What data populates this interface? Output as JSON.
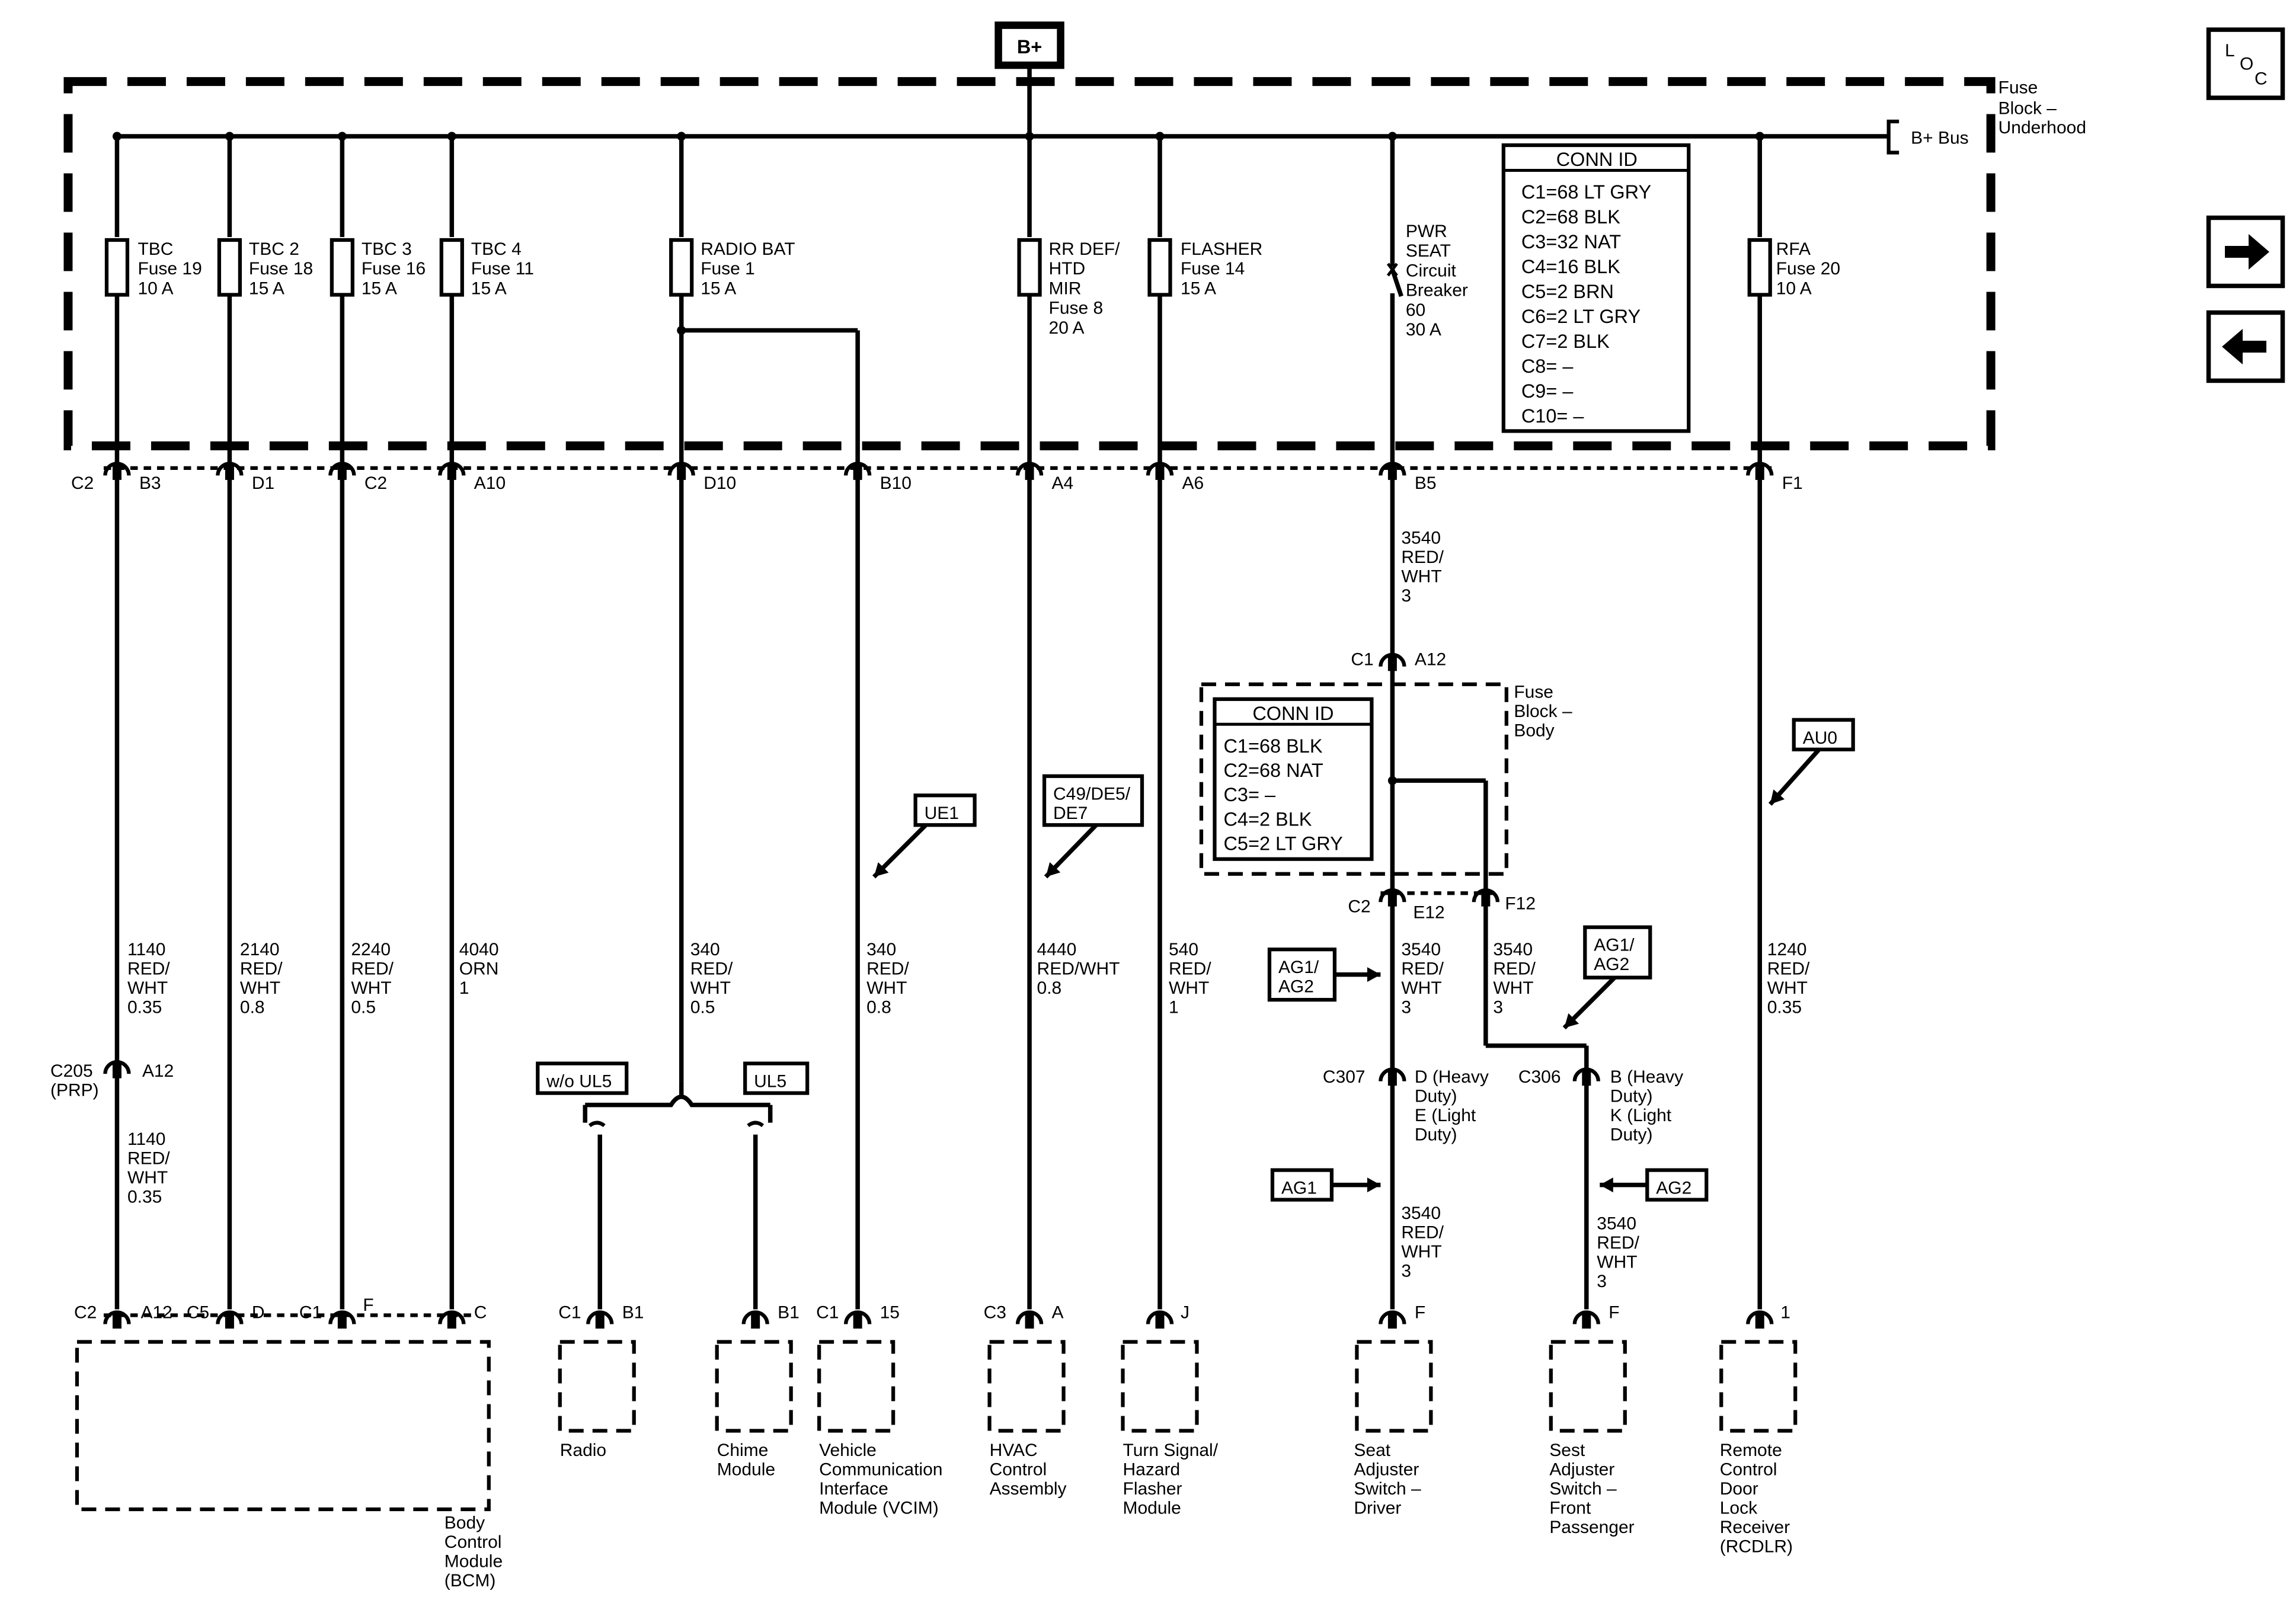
{
  "power_source": "B+",
  "loc_icon": {
    "l": "L",
    "o": "O",
    "c": "C"
  },
  "nav": {
    "next": "arrow-right-icon",
    "prev": "arrow-left-icon"
  },
  "underhood": {
    "title": [
      "Fuse",
      "Block –",
      "Underhood"
    ],
    "bus_label": "B+ Bus",
    "conn_id": {
      "title": "CONN ID",
      "rows": [
        "C1=68 LT GRY",
        "C2=68 BLK",
        "C3=32 NAT",
        "C4=16 BLK",
        "C5=2 BRN",
        "C6=2 LT GRY",
        "C7=2 BLK",
        "C8= –",
        "C9= –",
        "C10= –"
      ]
    },
    "fuses": [
      {
        "lines": [
          "TBC",
          "Fuse 19",
          "10 A"
        ]
      },
      {
        "lines": [
          "TBC 2",
          "Fuse 18",
          "15 A"
        ]
      },
      {
        "lines": [
          "TBC 3",
          "Fuse 16",
          "15 A"
        ]
      },
      {
        "lines": [
          "TBC 4",
          "Fuse 11",
          "15 A"
        ]
      },
      {
        "lines": [
          "RADIO BAT",
          "Fuse 1",
          "15 A"
        ]
      },
      {
        "lines": [
          "RR DEF/",
          "HTD",
          "MIR",
          "Fuse 8",
          "20 A"
        ]
      },
      {
        "lines": [
          "FLASHER",
          "Fuse 14",
          "15 A"
        ]
      },
      {
        "lines": [
          "PWR",
          "SEAT",
          "Circuit",
          "Breaker",
          "60",
          "30 A"
        ]
      },
      {
        "lines": [
          "RFA",
          "Fuse 20",
          "10 A"
        ]
      }
    ],
    "pins": [
      "B3",
      "D1",
      "C2",
      "A10",
      "D10",
      "B10",
      "A4",
      "A6",
      "B5",
      "F1"
    ],
    "pin_conn": "C2"
  },
  "body_block": {
    "title": [
      "Fuse",
      "Block –",
      "Body"
    ],
    "conn_id": {
      "title": "CONN ID",
      "rows": [
        "C1=68 BLK",
        "C2=68 NAT",
        "C3= –",
        "C4=2 BLK",
        "C5=2 LT GRY"
      ]
    },
    "in_conn": "C1",
    "in_pin": "A12",
    "out_conn": "C2",
    "out_pin": "E12",
    "out_pin2": "F12"
  },
  "wires": {
    "w1140": [
      "1140",
      "RED/",
      "WHT",
      "0.35"
    ],
    "w2140": [
      "2140",
      "RED/",
      "WHT",
      "0.8"
    ],
    "w2240": [
      "2240",
      "RED/",
      "WHT",
      "0.5"
    ],
    "w4040": [
      "4040",
      "ORN",
      "1"
    ],
    "w340a": [
      "340",
      "RED/",
      "WHT",
      "0.5"
    ],
    "w340b": [
      "340",
      "RED/",
      "WHT",
      "0.8"
    ],
    "w4440": [
      "4440",
      "RED/WHT",
      "0.8"
    ],
    "w540": [
      "540",
      "RED/",
      "WHT",
      "1"
    ],
    "w3540top": [
      "3540",
      "RED/",
      "WHT",
      "3"
    ],
    "w3540a": [
      "3540",
      "RED/",
      "WHT",
      "3"
    ],
    "w3540b": [
      "3540",
      "RED/",
      "WHT",
      "3"
    ],
    "w3540c": [
      "3540",
      "RED/",
      "WHT",
      "3"
    ],
    "w3540d": [
      "3540",
      "RED/",
      "WHT",
      "3"
    ],
    "w1240": [
      "1240",
      "RED/",
      "WHT",
      "0.35"
    ],
    "w1140b": [
      "1140",
      "RED/",
      "WHT",
      "0.35"
    ]
  },
  "inline": {
    "c205": [
      "C205",
      "(PRP)"
    ],
    "c205_pin": "A12",
    "c307": "C307",
    "c307_pins": [
      "D (Heavy",
      "Duty)",
      "E (Light",
      "Duty)"
    ],
    "c306": "C306",
    "c306_pins": [
      "B (Heavy",
      "Duty)",
      "K (Light",
      "Duty)"
    ]
  },
  "options": {
    "ue1": "UE1",
    "c49": [
      "C49/DE5/",
      "DE7"
    ],
    "au0": "AU0",
    "ag12a": [
      "AG1/",
      "AG2"
    ],
    "ag12b": [
      "AG1/",
      "AG2"
    ],
    "ag1": "AG1",
    "ag2": "AG2",
    "wo_ul5": "w/o UL5",
    "ul5": "UL5"
  },
  "components": {
    "bcm": {
      "name": [
        "Body",
        "Control",
        "Module",
        "(BCM)"
      ],
      "pins": [
        "C2",
        "A12",
        "C5",
        "D",
        "C1",
        "F",
        "C"
      ]
    },
    "radio": {
      "name": [
        "Radio"
      ],
      "conn": "C1",
      "pin": "B1"
    },
    "chime": {
      "name": [
        "Chime",
        "Module"
      ],
      "pin": "B1"
    },
    "vcim": {
      "name": [
        "Vehicle",
        "Communication",
        "Interface",
        "Module (VCIM)"
      ],
      "conn": "C1",
      "pin": "15"
    },
    "hvac": {
      "name": [
        "HVAC",
        "Control",
        "Assembly"
      ],
      "conn": "C3",
      "pin": "A"
    },
    "flasher": {
      "name": [
        "Turn Signal/",
        "Hazard",
        "Flasher",
        "Module"
      ],
      "pin": "J"
    },
    "seat_drv": {
      "name": [
        "Seat",
        "Adjuster",
        "Switch –",
        "Driver"
      ],
      "pin": "F"
    },
    "seat_pass": {
      "name": [
        "Sest",
        "Adjuster",
        "Switch –",
        "Front",
        "Passenger"
      ],
      "pin": "F"
    },
    "rcdlr": {
      "name": [
        "Remote",
        "Control",
        "Door",
        "Lock",
        "Receiver",
        "(RCDLR)"
      ],
      "pin": "1"
    }
  }
}
